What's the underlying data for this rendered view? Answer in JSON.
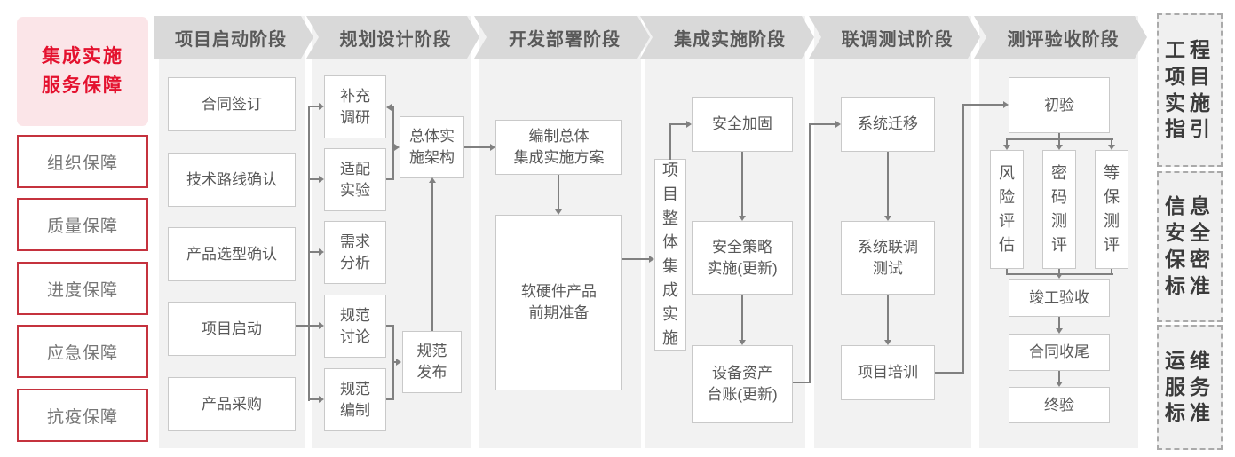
{
  "sidebar": {
    "title": "集成实施\n服务保障",
    "items": [
      {
        "label": "组织保障"
      },
      {
        "label": "质量保障"
      },
      {
        "label": "进度保障"
      },
      {
        "label": "应急保障"
      },
      {
        "label": "抗疫保障"
      }
    ]
  },
  "phases": [
    {
      "label": "项目启动阶段"
    },
    {
      "label": "规划设计阶段"
    },
    {
      "label": "开发部署阶段"
    },
    {
      "label": "集成实施阶段"
    },
    {
      "label": "联调测试阶段"
    },
    {
      "label": "测评验收阶段"
    }
  ],
  "flow": {
    "startup": {
      "contract": "合同签订",
      "tech_route": "技术路线确认",
      "product_selection": "产品选型确认",
      "kickoff": "项目启动",
      "procurement": "产品采购"
    },
    "planning": {
      "supplement_research": "补充\n调研",
      "adaptation_test": "适配\n实验",
      "requirement_analysis": "需求\n分析",
      "spec_discussion": "规范\n讨论",
      "spec_drafting": "规范\n编制",
      "overall_architecture": "总体实\n施架构",
      "spec_release": "规范\n发布"
    },
    "development": {
      "overall_plan": "编制总体\n集成实施方案",
      "preparation": "软硬件产品\n前期准备"
    },
    "integration": {
      "overall_implementation": "项目整体集成实施",
      "security_hardening": "安全加固",
      "security_policy": "安全策略\n实施(更新)",
      "asset_ledger": "设备资产\n台账(更新)"
    },
    "testing": {
      "migration": "系统迁移",
      "joint_debugging": "系统联调\n测试",
      "training": "项目培训"
    },
    "acceptance": {
      "initial": "初验",
      "risk_assessment": "风险评估",
      "crypto_evaluation": "密码测评",
      "classified_protection": "等保测评",
      "completion": "竣工验收",
      "contract_closure": "合同收尾",
      "final": "终验"
    }
  },
  "standards": [
    {
      "label": "工程项目实施指引"
    },
    {
      "label": "信息安全保密标准"
    },
    {
      "label": "运维服务标准"
    }
  ],
  "colors": {
    "accent_red": "#E4112E",
    "red_border": "#C5323E",
    "panel_gray": "#F2F2F2",
    "chevron_gray": "#D9D9D9",
    "line_gray": "#808080"
  }
}
